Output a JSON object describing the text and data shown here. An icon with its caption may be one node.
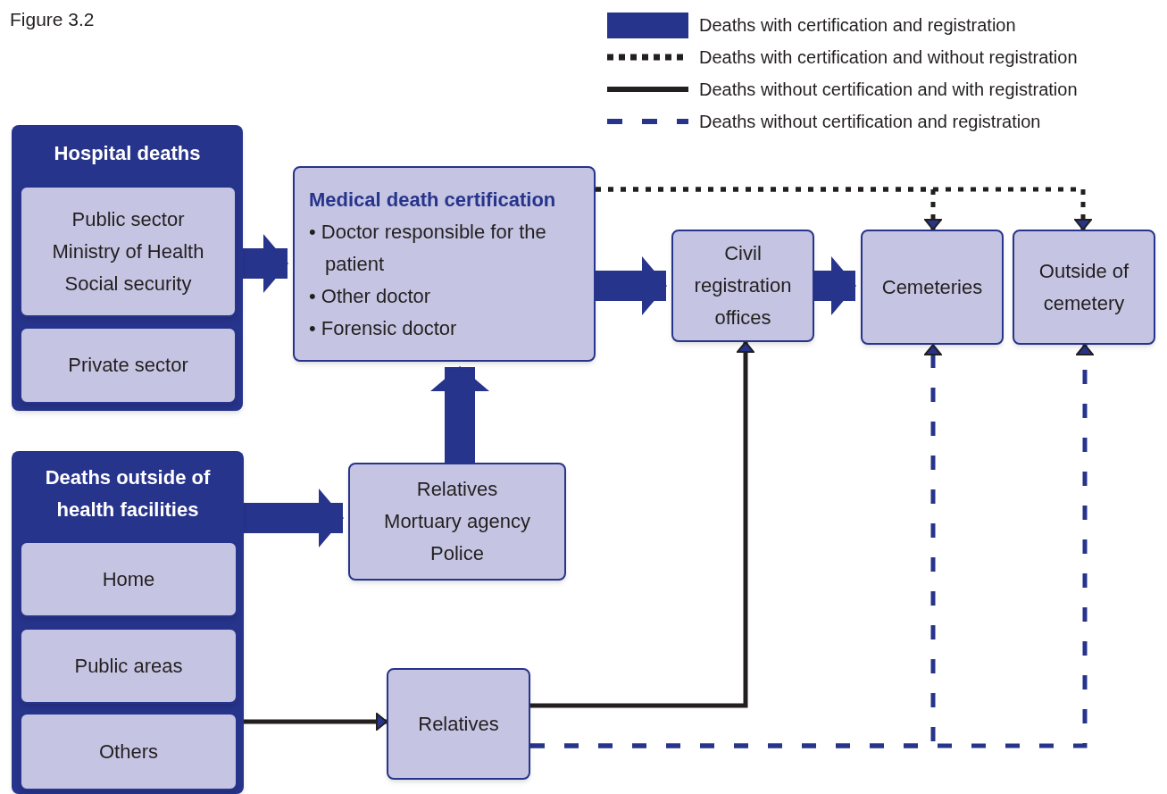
{
  "diagram": {
    "title": "Figure 3.2",
    "nodes": [
      {
        "text": [
          "Hospital deaths"
        ]
      },
      {
        "text": [
          "Public sector",
          "Ministry of Health",
          "Social security"
        ],
        "in": 0
      },
      {
        "text": [
          "Private sector"
        ],
        "in": 0
      },
      {
        "text": [
          "Deaths outside of health facilities"
        ]
      },
      {
        "text": [
          "Home"
        ],
        "in": 3
      },
      {
        "text": [
          "Public areas"
        ],
        "in": 3
      },
      {
        "text": [
          "Others"
        ],
        "in": 3
      },
      {
        "text": [
          "Medical death certification",
          "• Doctor responsible for the patient",
          "• Other doctor",
          "• Forensic doctor"
        ]
      },
      {
        "text": [
          "Relatives",
          "Mortuary agency",
          "Police"
        ]
      },
      {
        "text": [
          "Civil registration offices"
        ]
      },
      {
        "text": [
          "Cemeteries"
        ]
      },
      {
        "text": [
          "Outside of cemetery"
        ]
      },
      {
        "text": [
          "Relatives"
        ]
      }
    ],
    "edges": [
      {
        "from": 0,
        "to": 7,
        "arrow": "to",
        "style": "thick"
      },
      {
        "from": 3,
        "to": 8,
        "arrow": "to",
        "style": "thick"
      },
      {
        "from": 8,
        "to": 7,
        "arrow": "to",
        "style": "thick"
      },
      {
        "from": 7,
        "to": 9,
        "arrow": "to",
        "style": "thick"
      },
      {
        "from": 9,
        "to": 10,
        "arrow": "to",
        "style": "thick"
      },
      {
        "from": 7,
        "to": 10,
        "arrow": "to",
        "style": "dashed",
        "color": "#231f20"
      },
      {
        "from": 7,
        "to": 11,
        "arrow": "to",
        "style": "dashed",
        "color": "#231f20"
      },
      {
        "from": 6,
        "to": 12,
        "arrow": "to",
        "color": "#231f20"
      },
      {
        "from": 12,
        "to": 9,
        "arrow": "to",
        "color": "#231f20"
      },
      {
        "from": 12,
        "to": 10,
        "arrow": "to",
        "style": "dashed"
      },
      {
        "from": 12,
        "to": 11,
        "arrow": "to",
        "style": "dashed"
      }
    ],
    "legend": [
      {
        "text": "Deaths with certification and registration",
        "color": "#27348b"
      },
      {
        "text": "Deaths with certification and without registration"
      },
      {
        "text": "Deaths without certification and with registration"
      },
      {
        "text": "Deaths without certification and registration"
      }
    ]
  }
}
